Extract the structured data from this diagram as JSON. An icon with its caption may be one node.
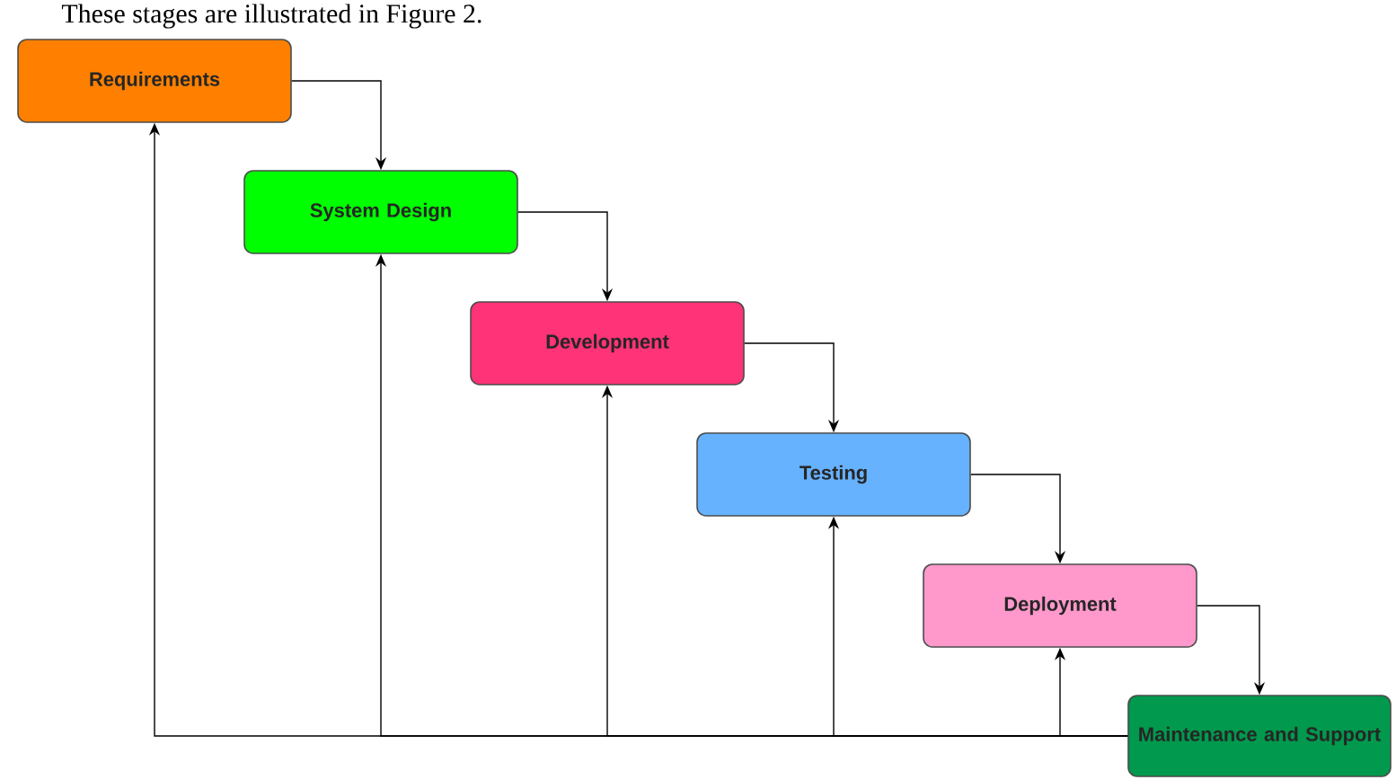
{
  "diagram": {
    "nodes": [
      {
        "text": [
          "Requirements"
        ]
      },
      {
        "text": [
          "System Design"
        ]
      },
      {
        "text": [
          "Development"
        ]
      },
      {
        "text": [
          "Testing"
        ]
      },
      {
        "text": [
          "Deployment"
        ]
      },
      {
        "text": [
          "Maintenance and Support"
        ]
      }
    ],
    "edges": [
      {
        "from": 0,
        "to": 1,
        "arrow": "to"
      },
      {
        "from": 1,
        "to": 2,
        "arrow": "to"
      },
      {
        "from": 2,
        "to": 3,
        "arrow": "to"
      },
      {
        "from": 3,
        "to": 4,
        "arrow": "to"
      },
      {
        "from": 4,
        "to": 5,
        "arrow": "to"
      },
      {
        "from": 5,
        "to": 0,
        "arrow": "to"
      },
      {
        "from": 5,
        "to": 1,
        "arrow": "to"
      },
      {
        "from": 5,
        "to": 2,
        "arrow": "to"
      },
      {
        "from": 5,
        "to": 3,
        "arrow": "to"
      },
      {
        "from": 5,
        "to": 4,
        "arrow": "to"
      }
    ],
    "labels": [
      "These stages are illustrated in Figure 2."
    ]
  }
}
